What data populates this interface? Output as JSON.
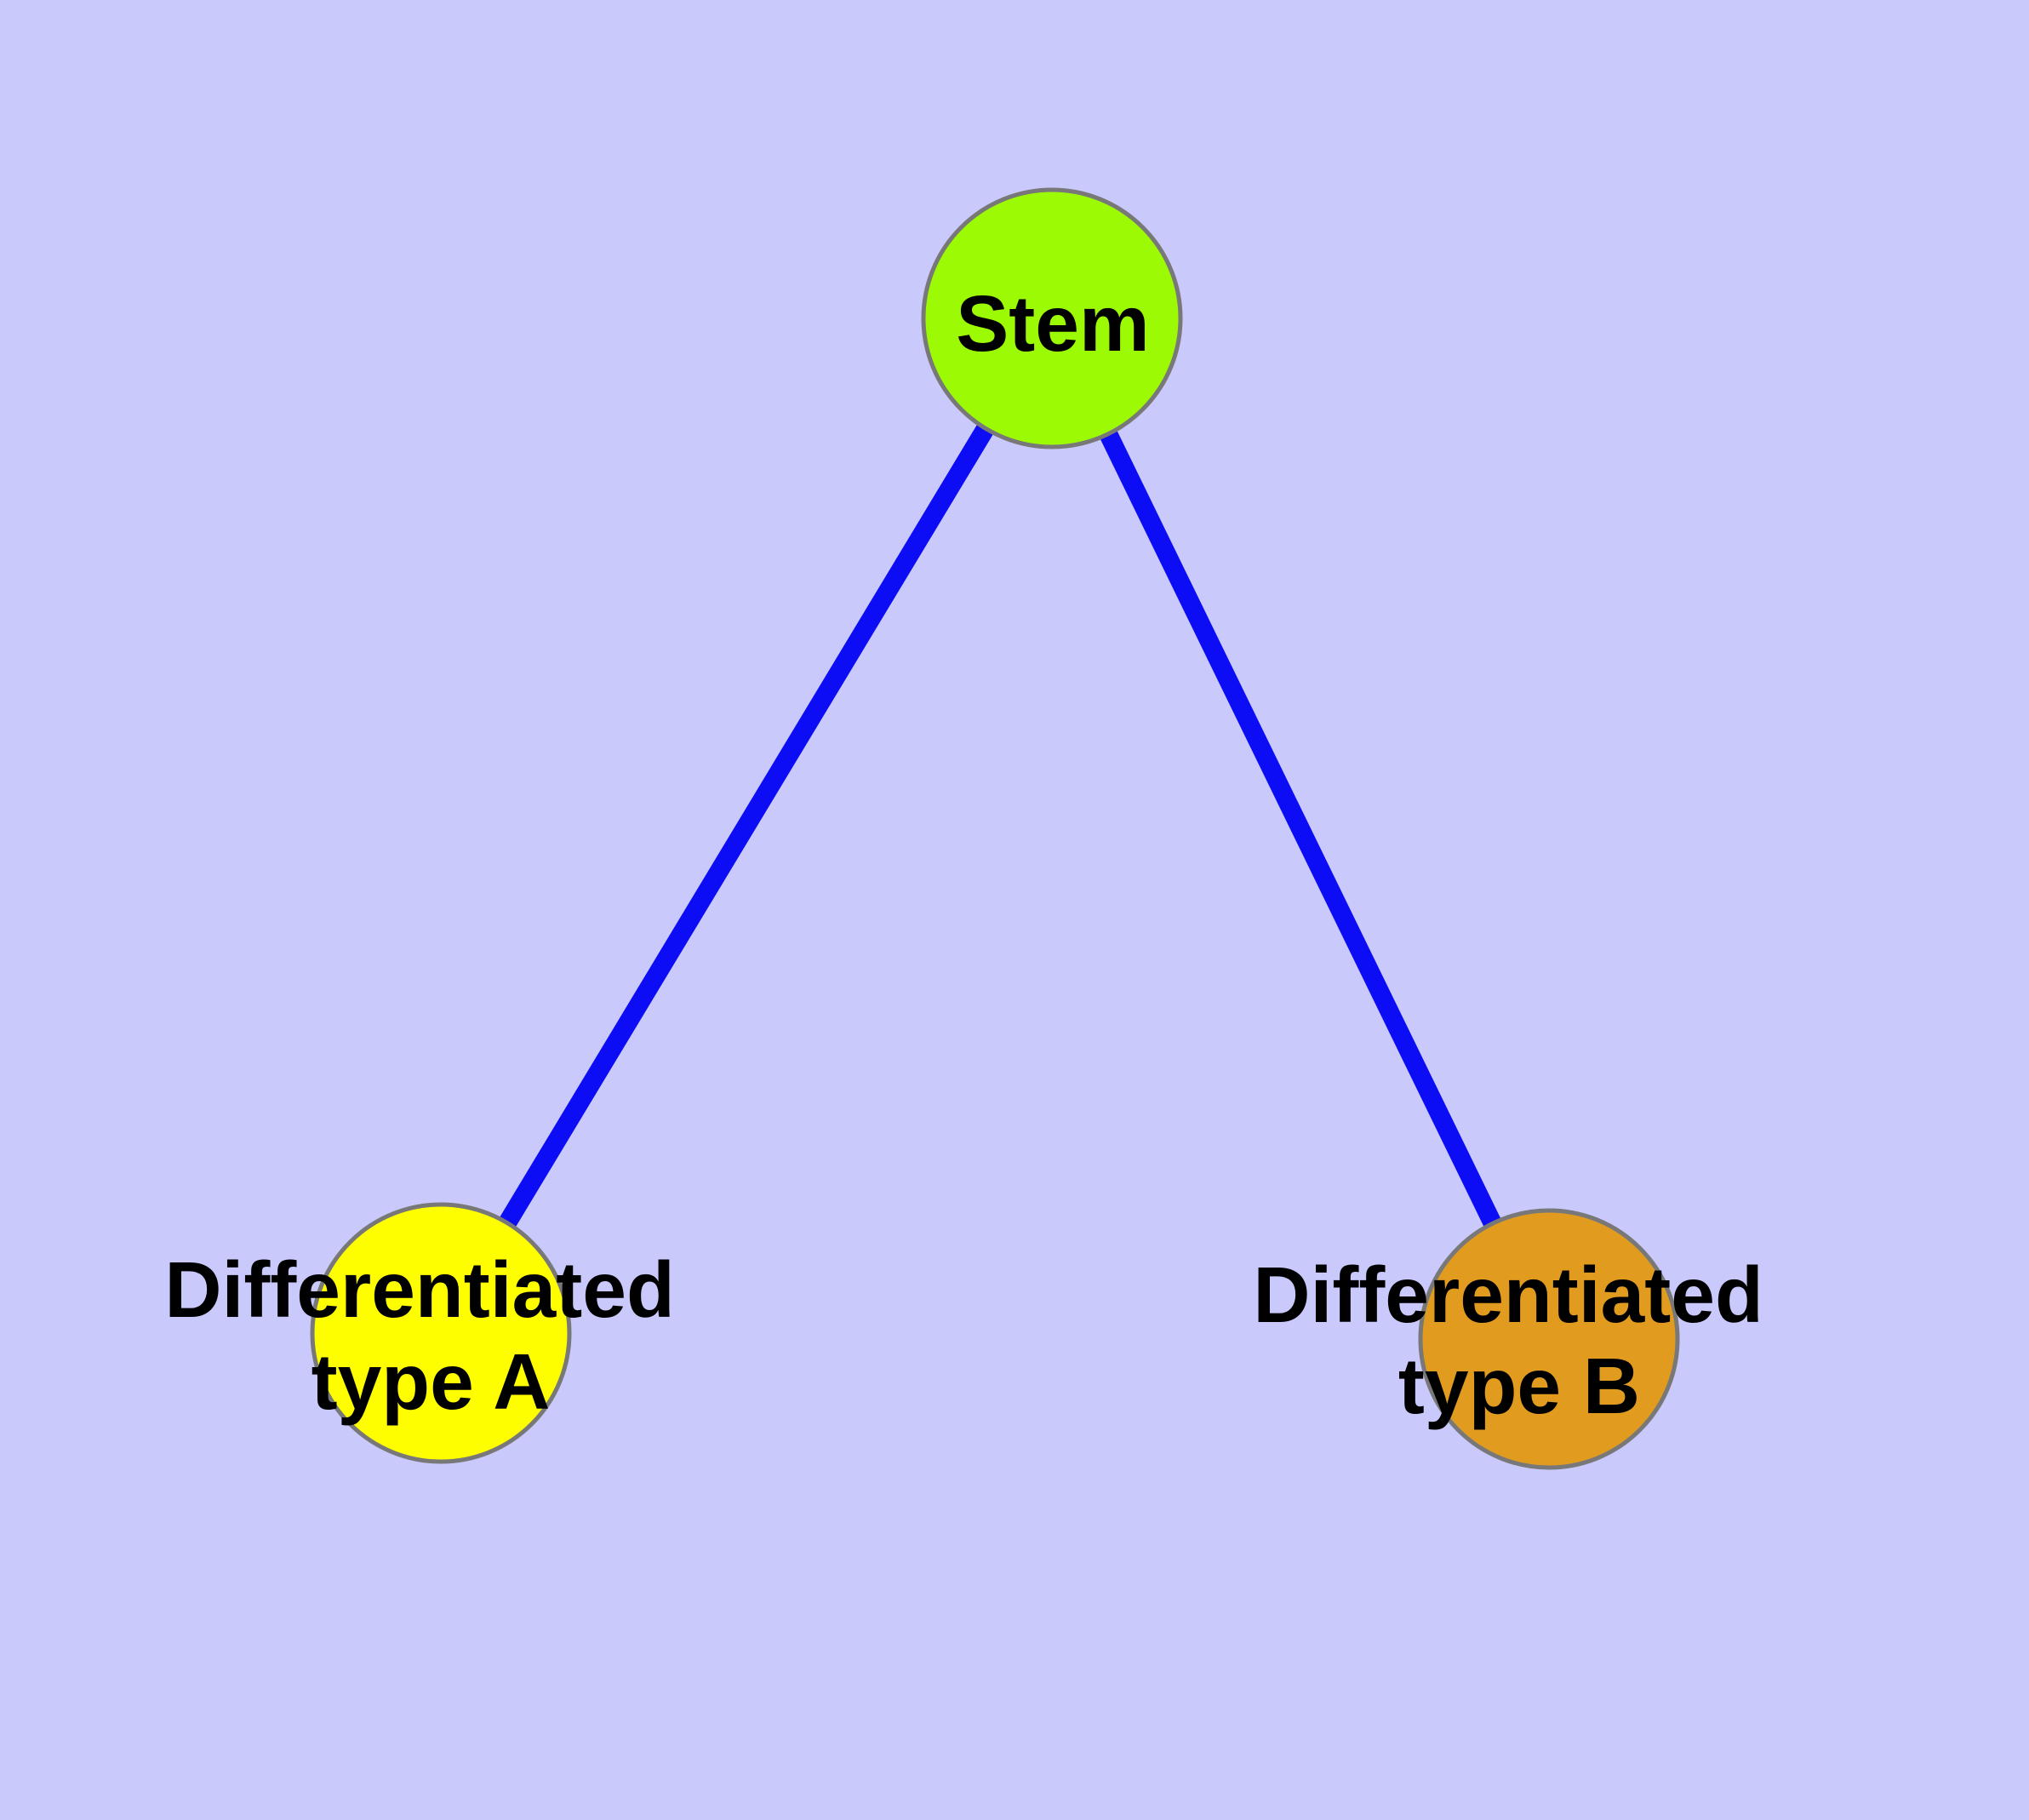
{
  "canvas": {
    "background": "#c9c9fb"
  },
  "diagram": {
    "type": "graph",
    "description": "Stem cell differentiation diagram: one stem node branching to two differentiated cell-type nodes",
    "text_color": "#000000",
    "nodes": [
      {
        "id": "stem",
        "label": "Stem",
        "label_lines": [
          "Stem"
        ],
        "fill": "#9cfa05",
        "stroke": "#787878"
      },
      {
        "id": "differentiated-type-a",
        "label": "Differentiated type A",
        "label_lines": [
          "Differentiated",
          "type A"
        ],
        "fill": "#fffe00",
        "stroke": "#787878"
      },
      {
        "id": "differentiated-type-b",
        "label": "Differentiated type B",
        "label_lines": [
          "Differentiated",
          "type B"
        ],
        "fill": "#e19c20",
        "stroke": "#787878"
      }
    ],
    "edges": [
      {
        "from": "stem",
        "to": "differentiated-type-a",
        "color": "#0d0df5"
      },
      {
        "from": "stem",
        "to": "differentiated-type-b",
        "color": "#0d0df5"
      }
    ]
  }
}
